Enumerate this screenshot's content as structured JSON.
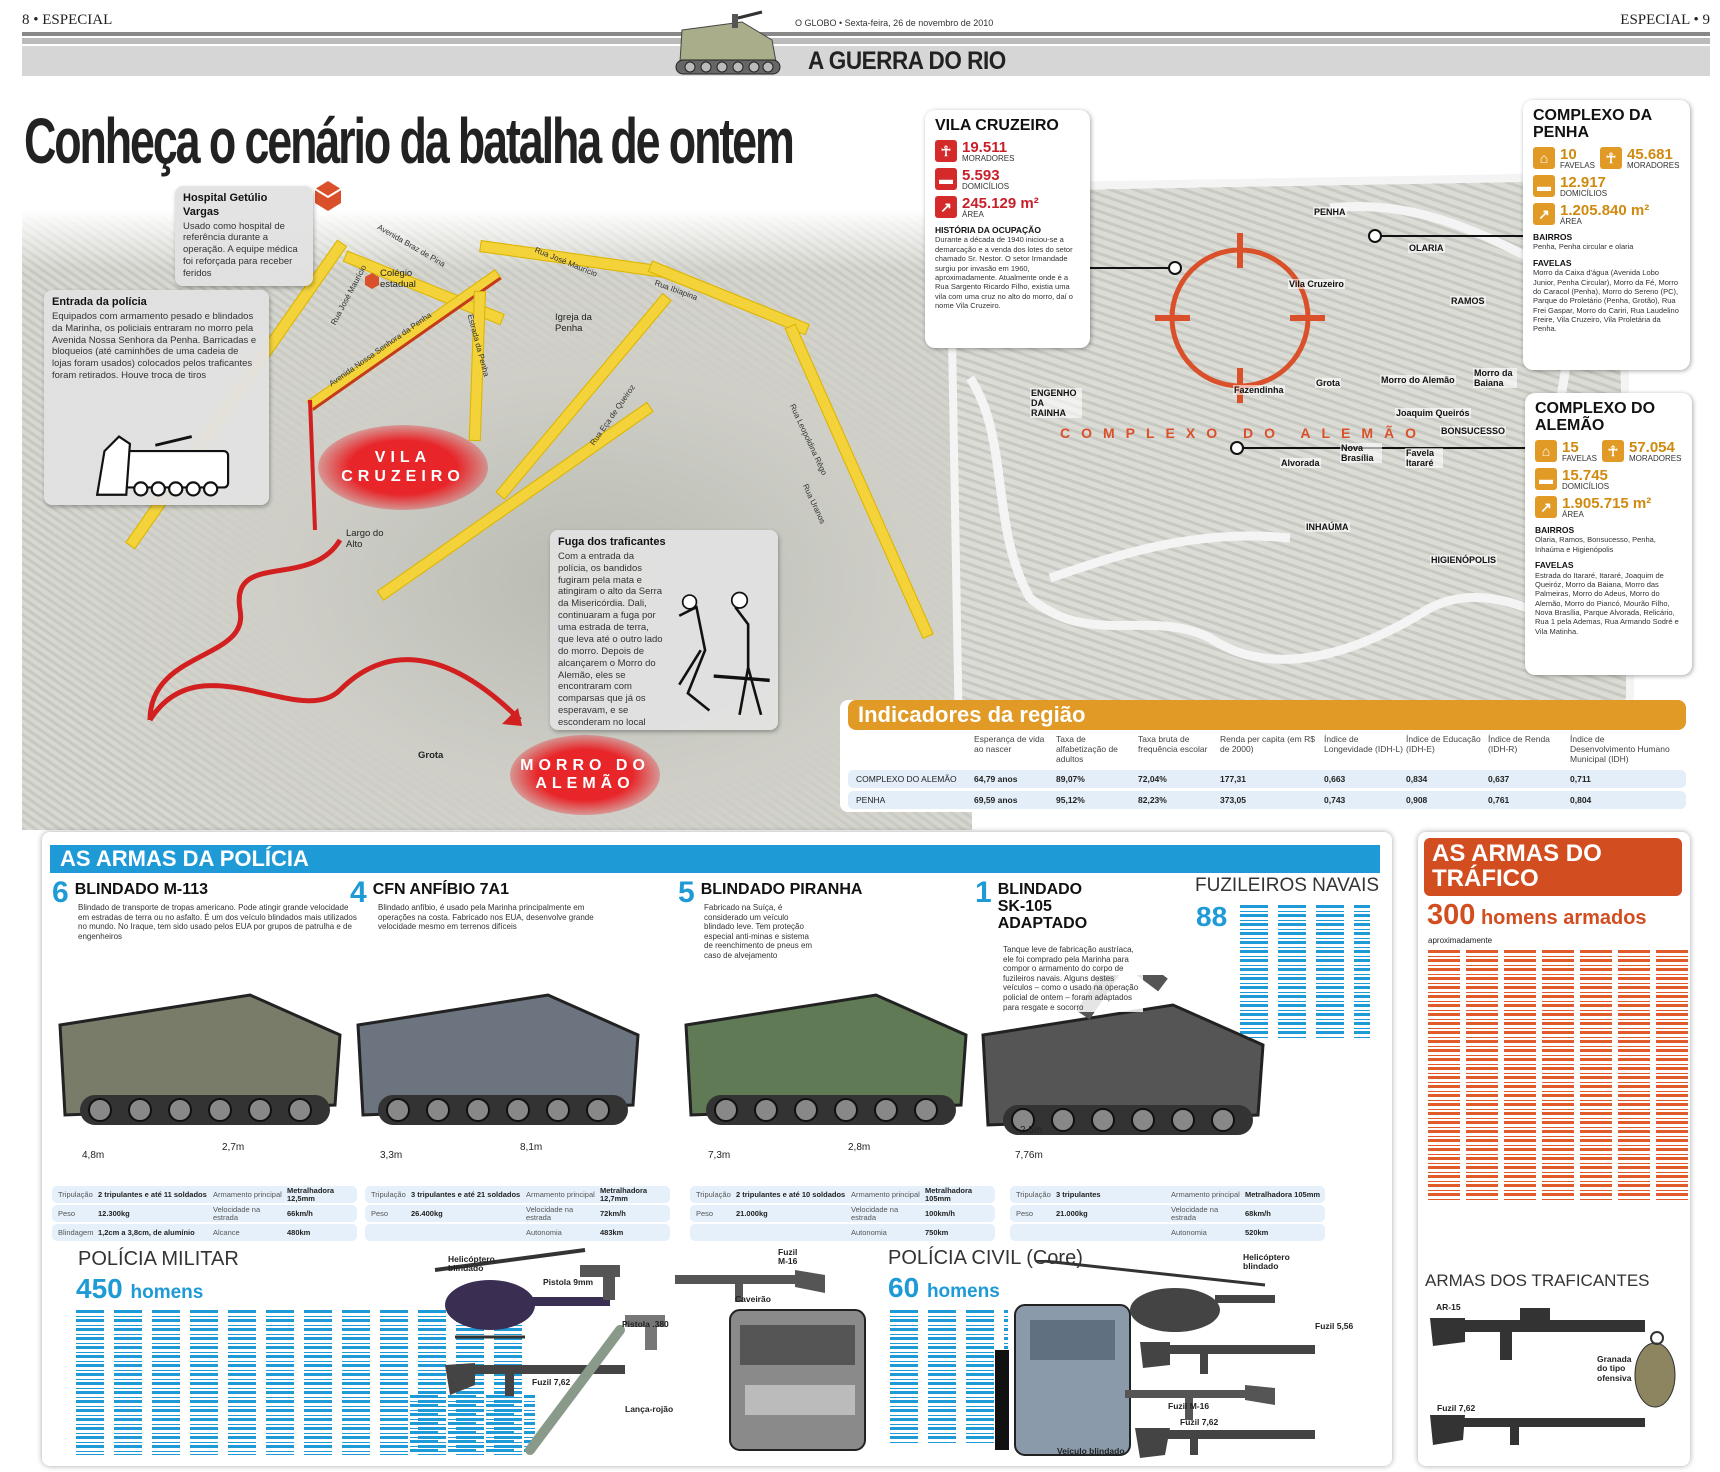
{
  "header": {
    "left": "8 • ESPECIAL",
    "right": "ESPECIAL • 9",
    "dateline": "O GLOBO • Sexta-feira, 26 de novembro de 2010",
    "section": "A GUERRA DO RIO"
  },
  "title": "Conheça o cenário da batalha de ontem",
  "left_map": {
    "callouts": {
      "hospital": {
        "title": "Hospital Getúlio Vargas",
        "text": "Usado como hospital de referência durante a operação. A equipe médica foi reforçada para receber feridos"
      },
      "entrada": {
        "title": "Entrada da polícia",
        "text": "Equipados com armamento pesado e blindados da Marinha, os policiais entraram no morro pela Avenida Nossa Senhora da Penha. Barricadas e bloqueios (até caminhões de uma cadeia de lojas foram usados) colocados pelos traficantes foram retirados. Houve troca de tiros"
      },
      "fuga": {
        "title": "Fuga dos traficantes",
        "text": "Com a entrada da polícia, os bandidos fugiram pela mata e atingiram o alto da Serra da Misericórdia. Dali, continuaram a fuga por uma estrada de terra, que leva até o outro lado do morro. Depois de alcançarem o Morro do Alemão, eles se encontraram com comparsas que já os esperavam, e se esconderam no local"
      }
    },
    "areas": {
      "vila_cruzeiro": "VILA CRUZEIRO",
      "morro_alemao": "MORRO DO ALEMÃO"
    },
    "places": {
      "colegio": "Colégio estadual",
      "igreja": "Igreja da Penha",
      "largo": "Largo do Alto",
      "grota": "Grota"
    },
    "roads": [
      "Avenida Braz de Pina",
      "Rua José Maurício",
      "Rua José Maurício",
      "Avenida Nossa Senhora da Penha",
      "Estrada da Penha",
      "Rua Ibiapina",
      "Rua Eça de Queiroz",
      "Rua Leopoldina Rêgo",
      "Rua Uranos"
    ]
  },
  "vila_cruzeiro": {
    "title": "VILA CRUZEIRO",
    "moradores": "19.511",
    "moradores_label": "MORADORES",
    "domicilios": "5.593",
    "domicilios_label": "DOMICÍLIOS",
    "area": "245.129 m²",
    "area_label": "ÁREA",
    "historia_title": "HISTÓRIA DA OCUPAÇÃO",
    "historia": "Durante a década de 1940 iniciou-se a demarcação e a venda dos lotes do setor chamado Sr. Nestor. O setor Irmandade surgiu por invasão em 1960, aproximadamente. Atualmente onde é a Rua Sargento Ricardo Filho, existia uma vila com uma cruz no alto do morro, daí o nome Vila Cruzeiro."
  },
  "right_map": {
    "complex_label": "COMPLEXO DO ALEMÃO",
    "labels": [
      "PENHA",
      "OLARIA",
      "Vila Cruzeiro",
      "RAMOS",
      "ENGENHO DA RAINHA",
      "Fazendinha",
      "Grota",
      "Morro do Alemão",
      "Joaquim Queirós",
      "Morro da Baiana",
      "BONSUCESSO",
      "Nova Brasília",
      "Alvorada",
      "Favela Itararé",
      "INHAÚMA",
      "HIGIENÓPOLIS"
    ],
    "accent": "#d9502a"
  },
  "complexo_penha": {
    "title": "COMPLEXO DA PENHA",
    "favelas": "10",
    "favelas_label": "FAVELAS",
    "moradores": "45.681",
    "moradores_label": "MORADORES",
    "domicilios": "12.917",
    "domicilios_label": "DOMICÍLIOS",
    "area": "1.205.840 m²",
    "area_label": "ÁREA",
    "bairros_title": "BAIRROS",
    "bairros": "Penha, Penha circular e olaria",
    "favelas_title": "FAVELAS",
    "favelas_list": "Morro da Caixa d'água (Avenida Lobo Junior, Penha Circular), Morro da Fé, Morro do Caracol (Penha), Morro do Sereno (PC), Parque do Proletário (Penha, Grotão), Rua Frei Gaspar, Morro do Cariri, Rua Laudelino Freire, Vila Cruzeiro, Vila Proletária da Penha."
  },
  "complexo_alemao": {
    "title": "COMPLEXO DO ALEMÃO",
    "favelas": "15",
    "favelas_label": "FAVELAS",
    "moradores": "57.054",
    "moradores_label": "MORADORES",
    "domicilios": "15.745",
    "domicilios_label": "DOMICÍLIOS",
    "area": "1.905.715 m²",
    "area_label": "ÁREA",
    "bairros_title": "BAIRROS",
    "bairros": "Olaria, Ramos, Bonsucesso, Penha, Inhaúma e Higienópolis",
    "favelas_title": "FAVELAS",
    "favelas_list": "Estrada do Itararé, Itararé, Joaquim de Queiróz, Morro da Baiana, Morro das Palmeiras, Morro do Adeus, Morro do Alemão, Morro do Piancó, Mourão Filho, Nova Brasília, Parque Alvorada, Relicário, Rua 1 pela Ademas, Rua Armando Sodré e Vila Matinha."
  },
  "indicadores": {
    "title": "Indicadores da região",
    "headers": [
      "Esperança de vida ao nascer",
      "Taxa de alfabetização de adultos",
      "Taxa bruta de frequência escolar",
      "Renda per capita (em R$ de 2000)",
      "Índice de Longevidade (IDH-L)",
      "Índice de Educação (IDH-E)",
      "Índice de Renda (IDH-R)",
      "Índice de Desenvolvimento Humano Municipal (IDH)"
    ],
    "rows": [
      {
        "name": "COMPLEXO DO ALEMÃO",
        "values": [
          "64,79 anos",
          "89,07%",
          "72,04%",
          "177,31",
          "0,663",
          "0,834",
          "0,637",
          "0,711"
        ]
      },
      {
        "name": "PENHA",
        "values": [
          "69,59 anos",
          "95,12%",
          "82,23%",
          "373,05",
          "0,743",
          "0,908",
          "0,761",
          "0,804"
        ]
      }
    ]
  },
  "armas_policia": {
    "title": "AS ARMAS DA POLÍCIA",
    "accent": "#1e9ad6",
    "vehicles": [
      {
        "count": "6",
        "name": "BLINDADO M-113",
        "desc": "Blindado de transporte de tropas americano. Pode atingir grande velocidade em estradas de terra ou no asfalto. É um dos veículo blindados mais utilizados no mundo. No Iraque, tem sido usado pelos EUA por grupos de patrulha e de engenheiros",
        "dims": [
          "4,8m",
          "2,7m"
        ],
        "specs": [
          [
            "Tripulação",
            "2 tripulantes e até 11 soldados",
            "Armamento principal",
            "Metralhadora 12,5mm"
          ],
          [
            "Peso",
            "12.300kg",
            "Velocidade na estrada",
            "66km/h"
          ],
          [
            "Blindagem",
            "1,2cm a 3,8cm, de alumínio",
            "Alcance",
            "480km"
          ]
        ]
      },
      {
        "count": "4",
        "name": "CFN ANFÍBIO 7A1",
        "desc": "Blindado anfíbio, é usado pela Marinha principalmente em operações na costa. Fabricado nos EUA, desenvolve grande velocidade mesmo em terrenos difíceis",
        "dims": [
          "3,3m",
          "8,1m"
        ],
        "specs": [
          [
            "Tripulação",
            "3 tripulantes e até 21 soldados",
            "Armamento principal",
            "Metralhadora 12,7mm"
          ],
          [
            "Peso",
            "26.400kg",
            "Velocidade na estrada",
            "72km/h"
          ],
          [
            "",
            "",
            "Autonomia",
            "483km"
          ]
        ]
      },
      {
        "count": "5",
        "name": "BLINDADO PIRANHA",
        "desc": "Fabricado na Suíça, é considerado um veículo blindado leve. Tem proteção especial anti-minas e sistema de reenchimento de pneus em caso de alvejamento",
        "dims": [
          "7,3m",
          "2,8m"
        ],
        "specs": [
          [
            "Tripulação",
            "2 tripulantes e até 10 soldados",
            "Armamento principal",
            "Metralhadora 105mm"
          ],
          [
            "Peso",
            "21.000kg",
            "Velocidade na estrada",
            "100km/h"
          ],
          [
            "",
            "",
            "Autonomia",
            "750km"
          ]
        ]
      },
      {
        "count": "1",
        "name": "BLINDADO SK-105 ADAPTADO",
        "desc": "Tanque leve de fabricação austríaca, ele foi comprado pela Marinha para compor o armamento do corpo de fuzileiros navais. Alguns destes veículos – como o usado na operação policial de ontem – foram adaptados para resgate e socorro",
        "dims": [
          "2,5m",
          "7,76m"
        ],
        "specs": [
          [
            "Tripulação",
            "3 tripulantes",
            "Armamento principal",
            "Metralhadora 105mm"
          ],
          [
            "Peso",
            "21.000kg",
            "Velocidade na estrada",
            "68km/h"
          ],
          [
            "",
            "",
            "Autonomia",
            "520km"
          ]
        ]
      }
    ],
    "fuzileiros": {
      "title": "FUZILEIROS NAVAIS",
      "count": "88"
    },
    "pm": {
      "title": "POLÍCIA MILITAR",
      "count": "450",
      "unit": "homens"
    },
    "pc": {
      "title": "POLÍCIA CIVIL (Core)",
      "count": "60",
      "unit": "homens"
    },
    "pm_weapons": [
      "Helicóptero blindado",
      "Pistola 9mm",
      "Fuzil M-16",
      "Pistola .380",
      "Caveirão",
      "Fuzil 7,62",
      "Lança-rojão"
    ],
    "pc_weapons": [
      "Helicóptero blindado",
      "Fuzil 5,56",
      "Fuzil M-16",
      "Fuzil 7,62",
      "Veículo blindado"
    ]
  },
  "armas_trafico": {
    "title": "AS ARMAS DO TRÁFICO",
    "accent": "#d24e20",
    "count": "300",
    "unit": "homens armados",
    "note": "aproximadamente",
    "weapons_title": "ARMAS DOS TRAFICANTES",
    "weapons": [
      "AR-15",
      "Granada do tipo ofensiva",
      "Fuzil 7,62"
    ]
  }
}
